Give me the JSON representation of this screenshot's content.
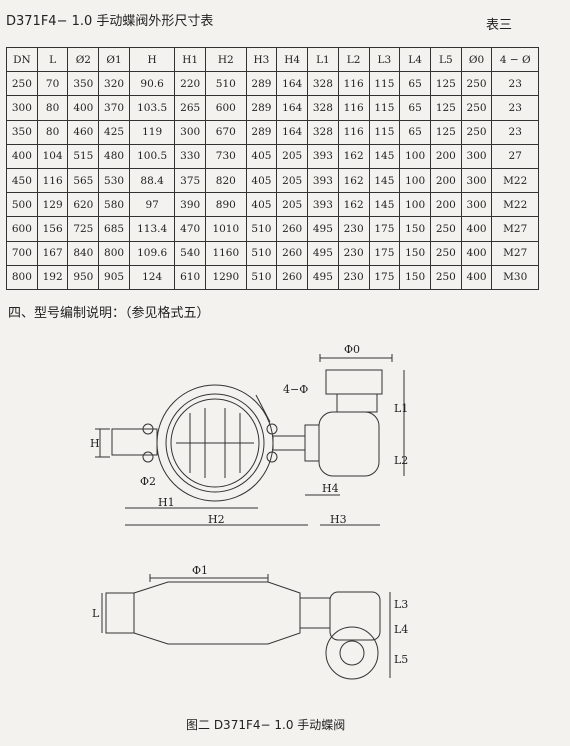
{
  "header": {
    "title": "D371F4− 1.0   手动蝶阀外形尺寸表",
    "tag": "表三"
  },
  "table": {
    "columns": [
      "DN",
      "L",
      "Ø2",
      "Ø1",
      "H",
      "H1",
      "H2",
      "H3",
      "H4",
      "L1",
      "L2",
      "L3",
      "L4",
      "L5",
      "Ø0",
      "4 − Ø"
    ],
    "rows": [
      [
        "250",
        "70",
        "350",
        "320",
        "90.6",
        "220",
        "510",
        "289",
        "164",
        "328",
        "116",
        "115",
        "65",
        "125",
        "250",
        "23"
      ],
      [
        "300",
        "80",
        "400",
        "370",
        "103.5",
        "265",
        "600",
        "289",
        "164",
        "328",
        "116",
        "115",
        "65",
        "125",
        "250",
        "23"
      ],
      [
        "350",
        "80",
        "460",
        "425",
        "119",
        "300",
        "670",
        "289",
        "164",
        "328",
        "116",
        "115",
        "65",
        "125",
        "250",
        "23"
      ],
      [
        "400",
        "104",
        "515",
        "480",
        "100.5",
        "330",
        "730",
        "405",
        "205",
        "393",
        "162",
        "145",
        "100",
        "200",
        "300",
        "27"
      ],
      [
        "450",
        "116",
        "565",
        "530",
        "88.4",
        "375",
        "820",
        "405",
        "205",
        "393",
        "162",
        "145",
        "100",
        "200",
        "300",
        "M22"
      ],
      [
        "500",
        "129",
        "620",
        "580",
        "97",
        "390",
        "890",
        "405",
        "205",
        "393",
        "162",
        "145",
        "100",
        "200",
        "300",
        "M22"
      ],
      [
        "600",
        "156",
        "725",
        "685",
        "113.4",
        "470",
        "1010",
        "510",
        "260",
        "495",
        "230",
        "175",
        "150",
        "250",
        "400",
        "M27"
      ],
      [
        "700",
        "167",
        "840",
        "800",
        "109.6",
        "540",
        "1160",
        "510",
        "260",
        "495",
        "230",
        "175",
        "150",
        "250",
        "400",
        "M27"
      ],
      [
        "800",
        "192",
        "950",
        "905",
        "124",
        "610",
        "1290",
        "510",
        "260",
        "495",
        "230",
        "175",
        "150",
        "250",
        "400",
        "M30"
      ]
    ]
  },
  "section_heading": "四、型号编制说明：（参见格式五）",
  "drawing": {
    "labels": {
      "phi0": "Φ0",
      "bolt": "4−Φ",
      "L1": "L1",
      "L2": "L2",
      "H": "H",
      "phi2": "Φ2",
      "H4": "H4",
      "H1": "H1",
      "H2": "H2",
      "H3": "H3",
      "phi1": "Φ1",
      "L": "L",
      "L3": "L3",
      "L4": "L4",
      "L5": "L5"
    }
  },
  "caption": "图二  D371F4− 1.0   手动蝶阀"
}
